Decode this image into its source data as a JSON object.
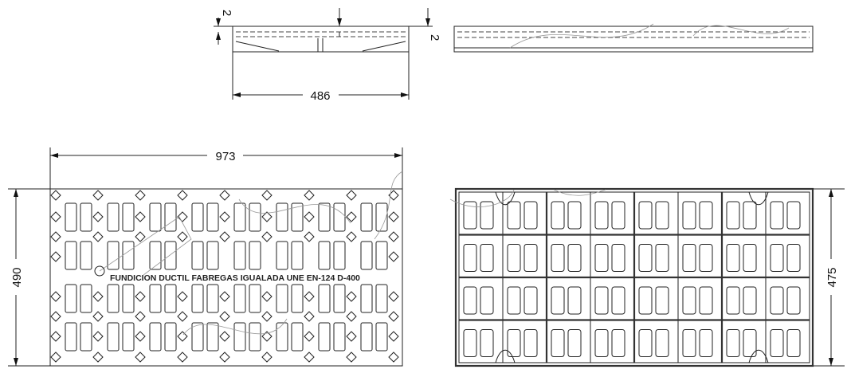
{
  "title": "Grate technical drawing",
  "dimensions": {
    "depth_left": "2",
    "depth_right": "2",
    "elevation_width": "486",
    "plan_length": "973",
    "plan_height": "490",
    "underside_height": "475"
  },
  "inscription": "FUNDICION DUCTIL FABREGAS IGUALADA UNE EN-124 D-400",
  "layout": {
    "plan_slot_pairs": 8,
    "plan_slot_rows": 4,
    "underside_columns": 8,
    "underside_rows": 4
  }
}
